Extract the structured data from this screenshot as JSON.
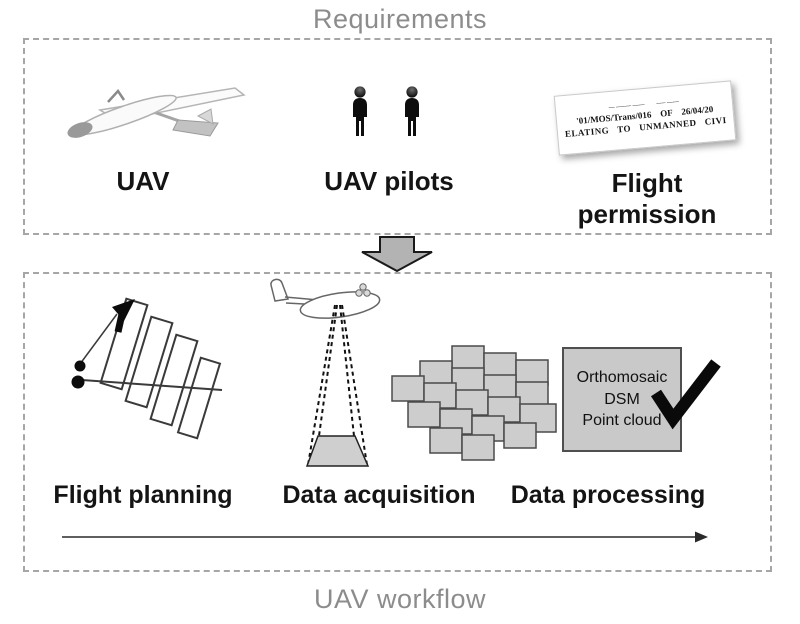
{
  "titles": {
    "requirements": "Requirements",
    "workflow": "UAV workflow"
  },
  "requirements": {
    "uav_label": "UAV",
    "pilots_label": "UAV pilots",
    "permission_label": "Flight permission",
    "document": {
      "redacted_line": "–– ––––– ––––        ––– ––––",
      "line1": "'01/MOS/Trans/016    OF    26/04/20",
      "line2": "ELATING   TO   UNMANNED   CIVI"
    }
  },
  "workflow": {
    "planning_label": "Flight planning",
    "acquisition_label": "Data acquisition",
    "processing_label": "Data processing",
    "outputs": [
      "Orthomosaic",
      "DSM",
      "Point cloud"
    ]
  },
  "icons": {
    "top_arrow": "down-block-arrow",
    "flow_arrow": "right-arrow",
    "check": "checkmark"
  },
  "colors": {
    "title_gray": "#8c8c8c",
    "dashed_border": "#a6a6a6",
    "block_arrow_fill": "#b3b3b3",
    "processing_box_fill": "#c9c9c9",
    "image_tile_fill": "#cdcdcd"
  }
}
